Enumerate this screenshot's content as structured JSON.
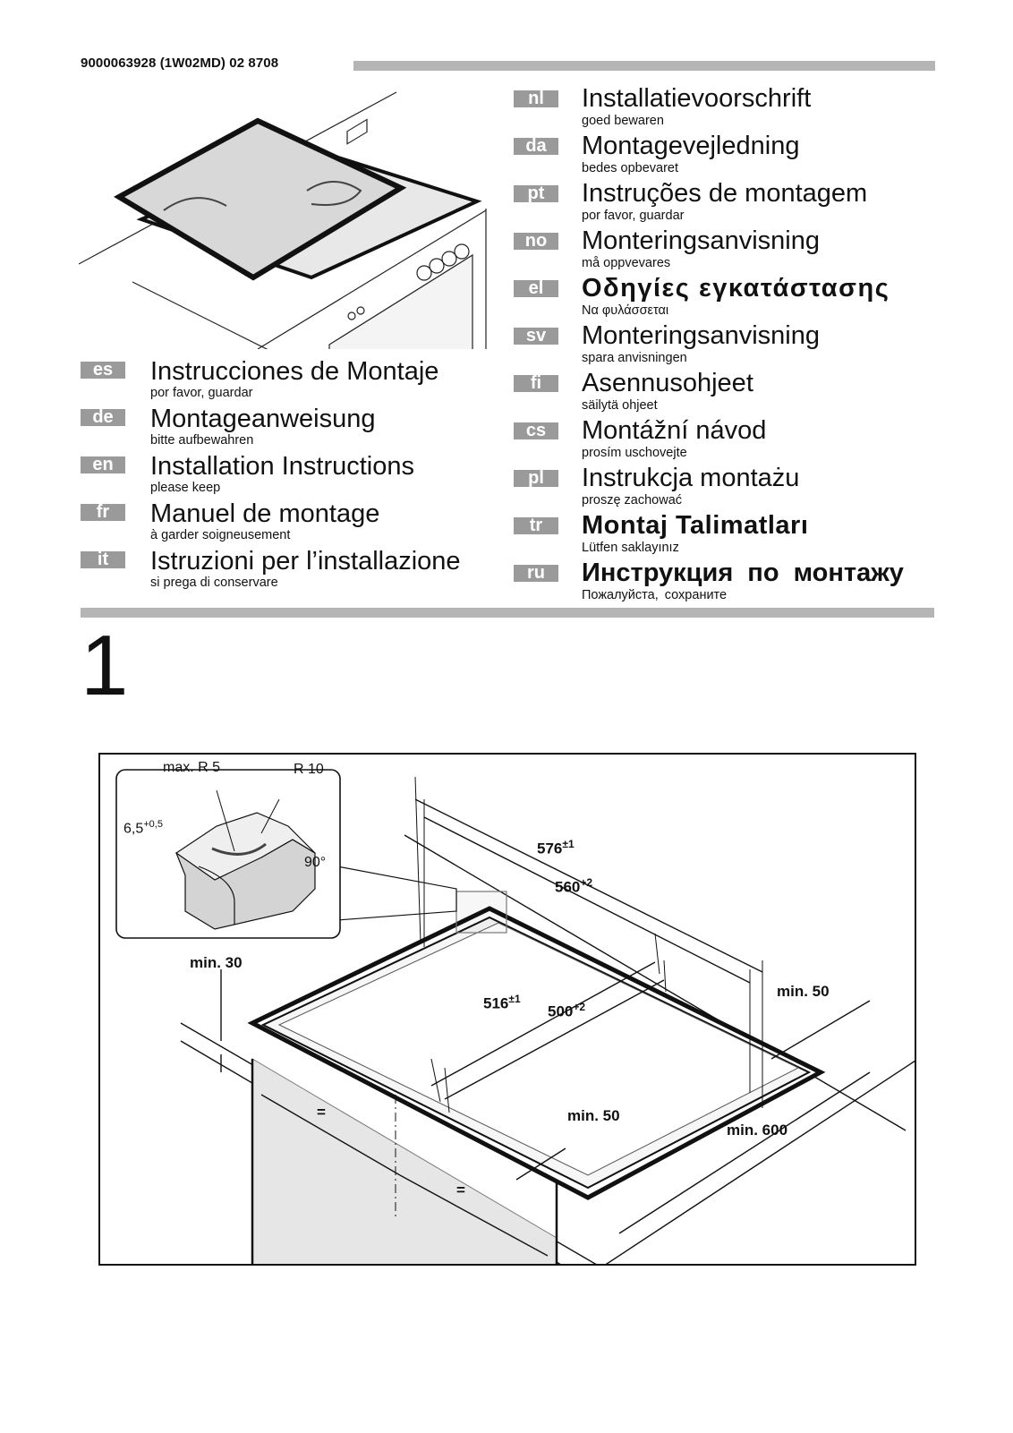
{
  "header": {
    "code": "9000063928 (1W02MD) 02 8708"
  },
  "languages_left": [
    {
      "code": "es",
      "title": "Instrucciones de Montaje",
      "sub": "por favor, guardar"
    },
    {
      "code": "de",
      "title": "Montageanweisung",
      "sub": "bitte aufbewahren"
    },
    {
      "code": "en",
      "title": "Installation Instructions",
      "sub": "please keep"
    },
    {
      "code": "fr",
      "title": "Manuel de montage",
      "sub": "à garder soigneusement"
    },
    {
      "code": "it",
      "title": "Istruzioni per l’installazione",
      "sub": "si prega di conservare"
    }
  ],
  "languages_right": [
    {
      "code": "nl",
      "title": "Installatievoorschrift",
      "sub": "goed bewaren"
    },
    {
      "code": "da",
      "title": "Montagevejledning",
      "sub": "bedes opbevaret"
    },
    {
      "code": "pt",
      "title": "Instruções de montagem",
      "sub": "por favor, guardar"
    },
    {
      "code": "no",
      "title": "Monteringsanvisning",
      "sub": "må oppvevares"
    },
    {
      "code": "el",
      "title": "Οδηγίες εγκατάστασης",
      "sub": "Να φυλάσσεται"
    },
    {
      "code": "sv",
      "title": "Monteringsanvisning",
      "sub": "spara anvisningen"
    },
    {
      "code": "fi",
      "title": "Asennusohjeet",
      "sub": "säilytä ohjeet"
    },
    {
      "code": "cs",
      "title": "Montážní návod",
      "sub": "prosím uschovejte"
    },
    {
      "code": "pl",
      "title": "Instrukcja montażu",
      "sub": "proszę zachować"
    },
    {
      "code": "tr",
      "title": "Montaj Talimatları",
      "sub": "Lütfen saklayınız"
    },
    {
      "code": "ru",
      "title": "Инструкция по монтажу",
      "sub": "Пожалуйста, сохраните"
    }
  ],
  "step": {
    "number": "1"
  },
  "diagram": {
    "detail_max_r": "max. R 5",
    "detail_r10": "R 10",
    "detail_thickness": "6,5",
    "detail_thickness_tol": "+0,5",
    "detail_angle": "90°",
    "dim_576": "576",
    "dim_576_tol": "±1",
    "dim_560": "560",
    "dim_560_tol": "+2",
    "dim_516": "516",
    "dim_516_tol": "±1",
    "dim_500": "500",
    "dim_500_tol": "+2",
    "min30": "min. 30",
    "min50_right": "min. 50",
    "min50_front": "min. 50",
    "min600": "min. 600",
    "eq1": "=",
    "eq2": "="
  }
}
